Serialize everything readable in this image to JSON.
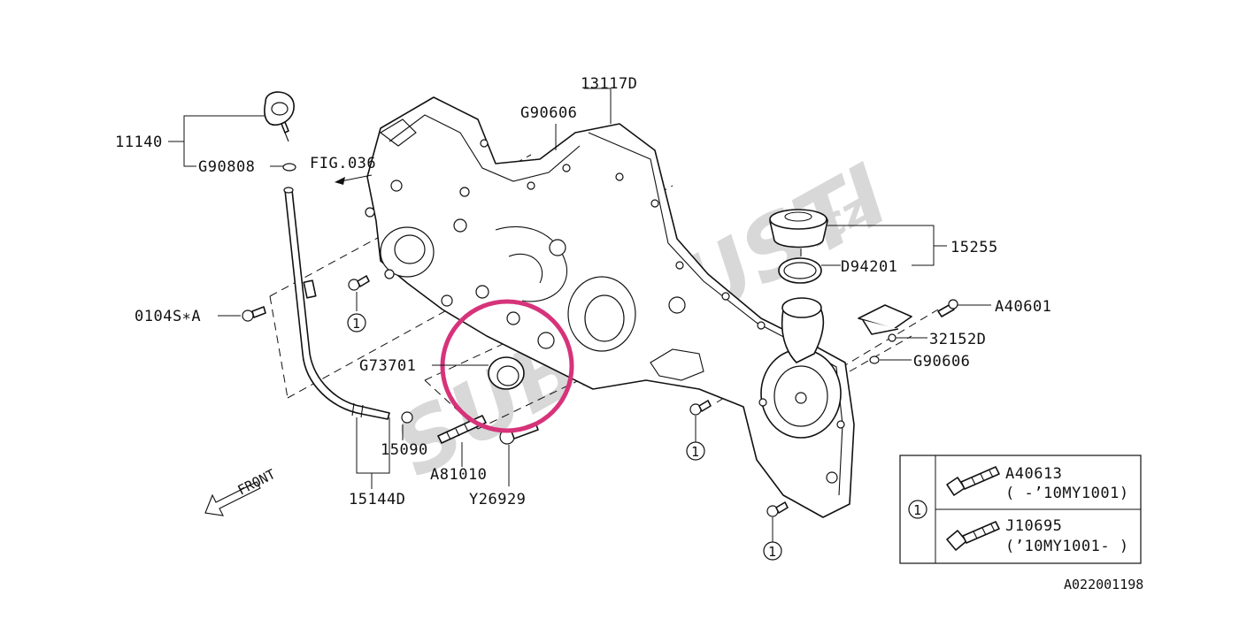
{
  "watermark": {
    "text": "SUBARUSTI",
    "suffix": ".cz"
  },
  "figure_ref": "FIG.036",
  "front_label": "FRONT",
  "callouts": {
    "p11140": "11140",
    "g90808": "G90808",
    "p0104s": "0104S∗A",
    "p13117d": "13117D",
    "g90606_top": "G90606",
    "g73701": "G73701",
    "a81010": "A81010",
    "y26929": "Y26929",
    "p15090": "15090",
    "p15144d": "15144D",
    "p15255": "15255",
    "d94201": "D94201",
    "a40601": "A40601",
    "p32152d": "32152D",
    "g90606_right": "G90606"
  },
  "ref_marker": "1",
  "legend": {
    "rows": [
      {
        "part": "A40613",
        "range": "( -’10MY1001)"
      },
      {
        "part": "J10695",
        "range": "(’10MY1001- )"
      }
    ]
  },
  "diagram_id": "A022001198",
  "highlight": {
    "color": "#d6337a",
    "target": "G73701"
  }
}
